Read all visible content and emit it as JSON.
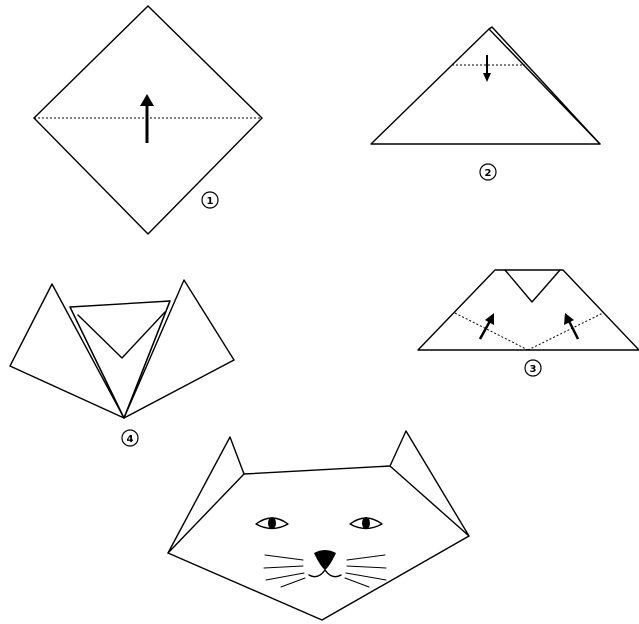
{
  "steps": [
    {
      "id": 1,
      "label": "1"
    },
    {
      "id": 2,
      "label": "2"
    },
    {
      "id": 3,
      "label": "3"
    },
    {
      "id": 4,
      "label": "4"
    }
  ],
  "colors": {
    "line": "#000000",
    "paper": "#ffffff"
  }
}
